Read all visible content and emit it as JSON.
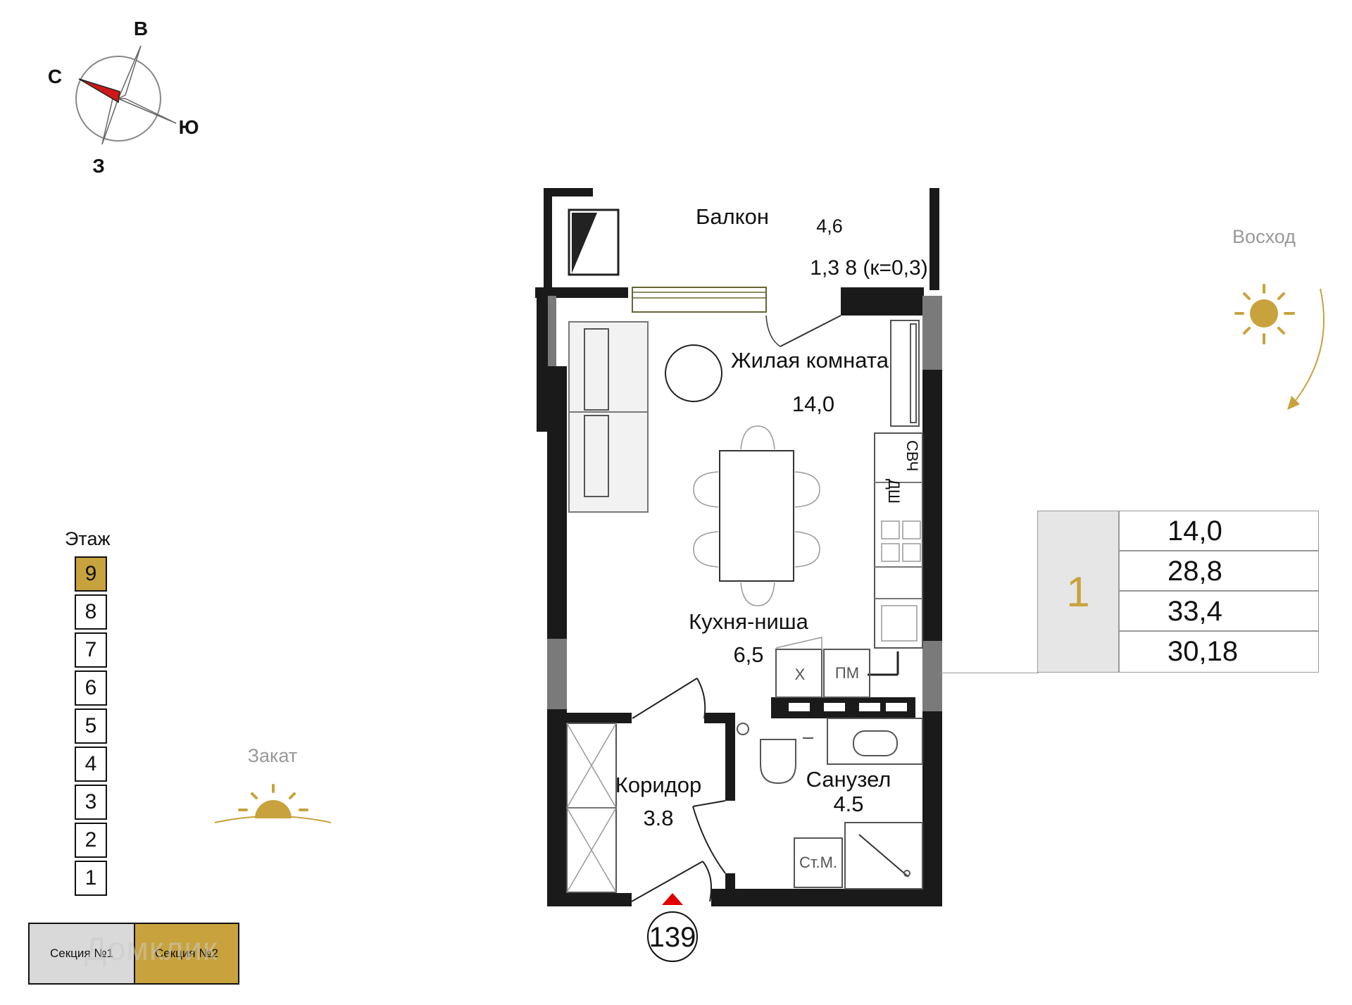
{
  "compass": {
    "north": "С",
    "east": "В",
    "south": "Ю",
    "west": "З"
  },
  "sun": {
    "sunrise": "Восход",
    "sunset": "Закат",
    "color": "#c8a23c"
  },
  "rooms": {
    "balcony": {
      "name": "Балкон",
      "area": "4,6",
      "reduced": "1,3 8 (к=0,3)"
    },
    "living": {
      "name": "Жилая комната",
      "area": "14,0"
    },
    "kitchen": {
      "name": "Кухня-ниша",
      "area": "6,5"
    },
    "corridor": {
      "name": "Коридор",
      "area": "3.8"
    },
    "bathroom": {
      "name": "Санузел",
      "area": "4.5"
    }
  },
  "appliances": {
    "dishwasher": "ДШ",
    "microwave": "СВЧ",
    "fridge": "Х",
    "dishwasher2": "ПМ",
    "washer": "Ст.М."
  },
  "apartment_number": "139",
  "floors": {
    "title": "Этаж",
    "levels": [
      "9",
      "8",
      "7",
      "6",
      "5",
      "4",
      "3",
      "2",
      "1"
    ],
    "active": "9",
    "active_color": "#c8a23c"
  },
  "sections": [
    {
      "label": "Секция №1",
      "color": "#d9d9d9"
    },
    {
      "label": "Секция №2",
      "color": "#c8a23c"
    }
  ],
  "summary": {
    "rooms": "1",
    "values": [
      "14,0",
      "28,8",
      "33,4",
      "30,18"
    ]
  },
  "watermark": "Домклик"
}
